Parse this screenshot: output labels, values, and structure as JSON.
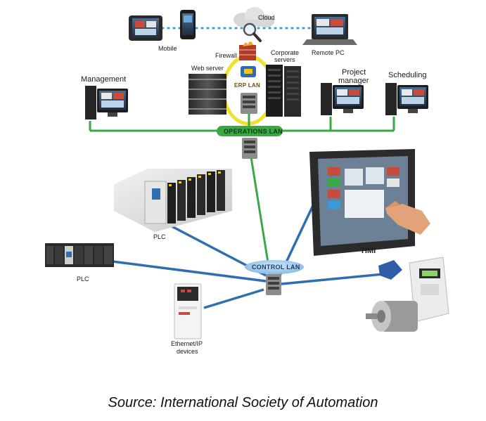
{
  "labels": {
    "cloud": "Cloud",
    "mobile": "Mobile",
    "remote_pc": "Remote PC",
    "firewall": "Firewall",
    "corporate_servers_1": "Corporate",
    "corporate_servers_2": "servers",
    "web_server": "Web server",
    "erp_lan": "ERP LAN",
    "management": "Management",
    "project_manager_1": "Project",
    "project_manager_2": "manager",
    "scheduling": "Scheduling",
    "operations_lan": "OPERATIONS LAN",
    "plc_top": "PLC",
    "plc_left": "PLC",
    "control_lan": "CONTROL LAN",
    "hmi": "HMI",
    "ethernet_ip_1": "Ethernet/IP",
    "ethernet_ip_2": "devices"
  },
  "caption": "Source: International Society of Automation",
  "colors": {
    "operations_lan": "#3aa845",
    "control_lan": "#2f6fb0",
    "erp_lan": "#f2e12c",
    "cloud_link": "#3a9ad9"
  }
}
